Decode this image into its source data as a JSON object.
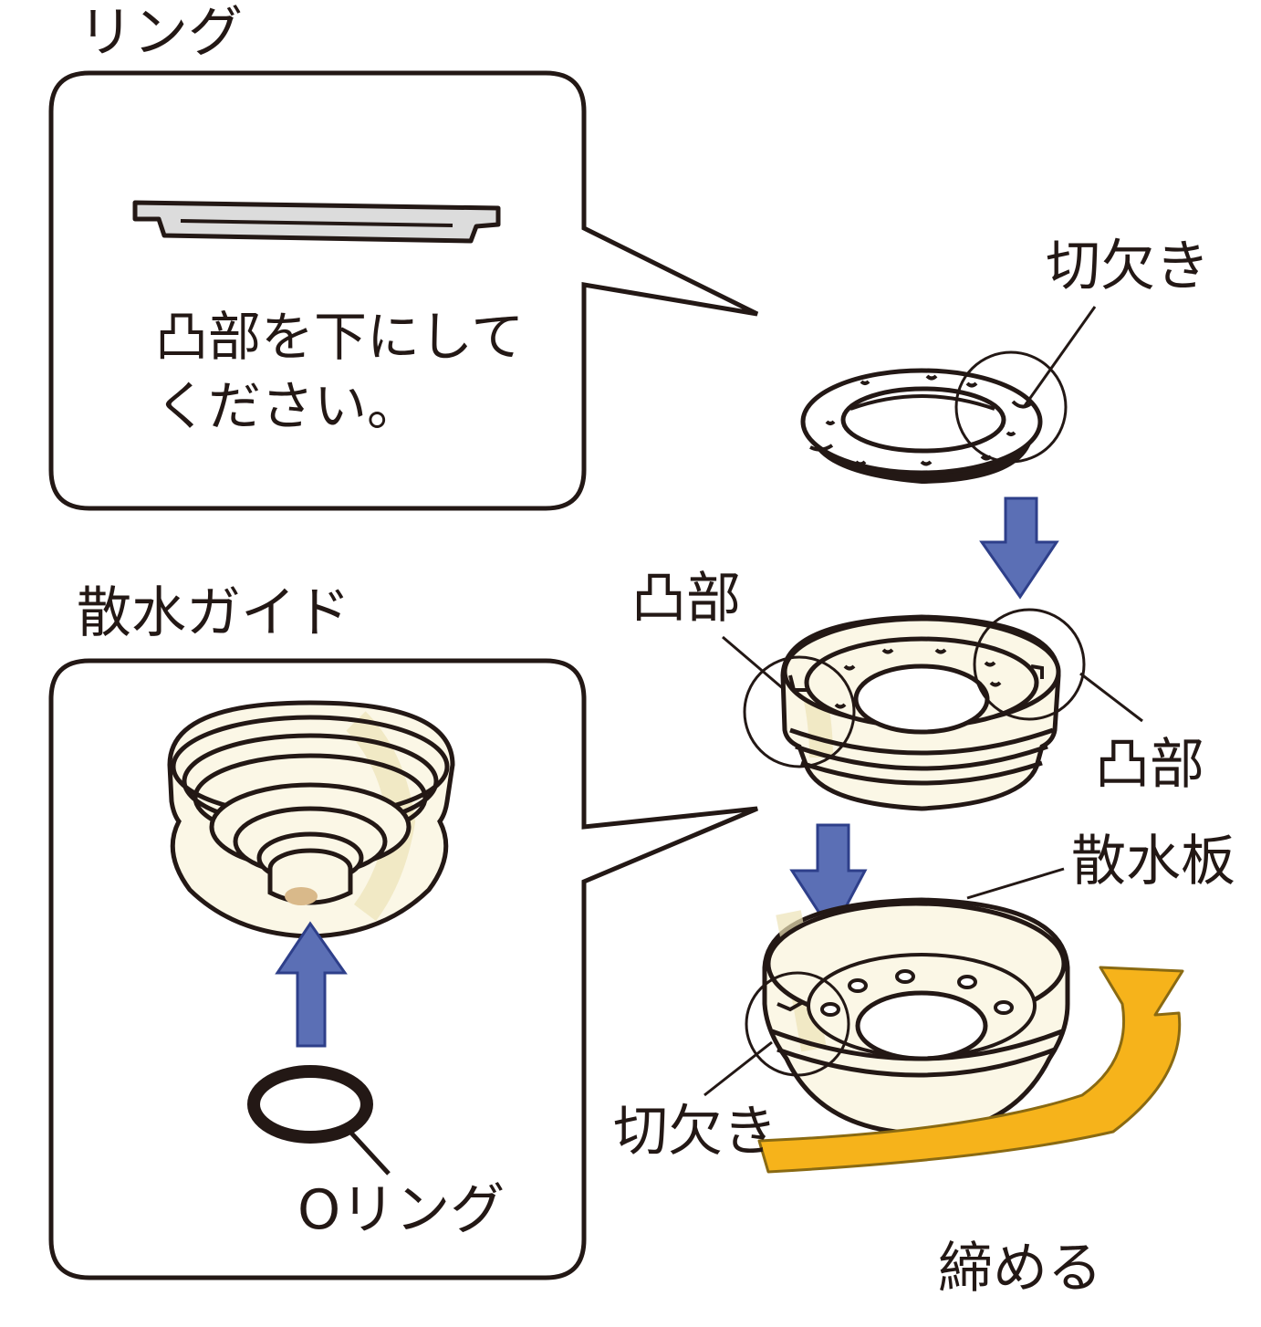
{
  "labels": {
    "ring_title": "リング",
    "ring_note_line1": "凸部を下にして",
    "ring_note_line2": "ください。",
    "guide_title": "散水ガイド",
    "o_ring": "Oリング",
    "notch_top": "切欠き",
    "protrusion_left": "凸部",
    "protrusion_right": "凸部",
    "spray_plate": "散水板",
    "notch_bottom": "切欠き",
    "tighten": "締める"
  },
  "colors": {
    "outline": "#231815",
    "arrow_blue": "#5b6fb5",
    "arrow_blue_edge": "#2e3f8a",
    "arrow_yellow": "#f6b31b",
    "arrow_yellow_edge": "#8a6a12",
    "part_fill": "#fbf7e6",
    "part_shadow": "#ece2b6",
    "ring_plate": "#dcdcdc"
  }
}
